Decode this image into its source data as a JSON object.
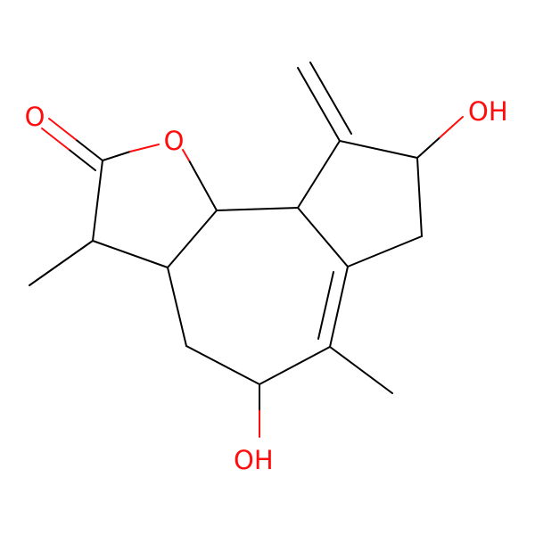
{
  "colors": {
    "bond": "#000000",
    "oxygen": "#ff0d0d",
    "background": "#ffffff"
  },
  "atoms": {
    "carbonyl_oxygen": "O",
    "ring_oxygen": "O",
    "hydroxyl_top_right": "OH",
    "hydroxyl_bottom": "OH"
  }
}
